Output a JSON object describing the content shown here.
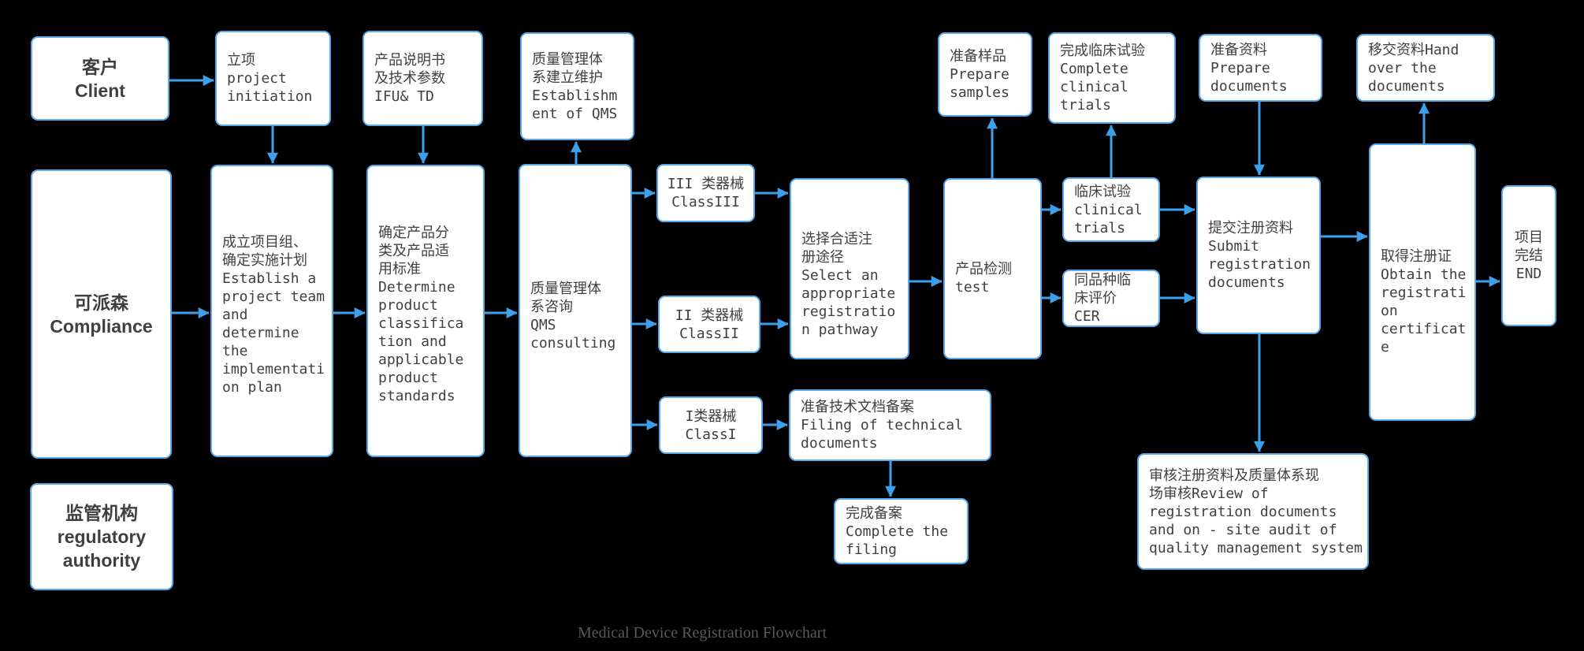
{
  "title": "Medical Device Registration Flowchart",
  "caption": "Medical Device Registration Flowchart",
  "colors": {
    "background": "#000000",
    "box_fill": "#FFFFFF",
    "box_border": "#58A9EC",
    "arrow": "#3E9FEA",
    "text": "#404040",
    "header_text": "#3F3F3F",
    "caption_text": "#595959"
  },
  "lanes": {
    "client": "客户 Client",
    "compliance": "可派森 Compliance",
    "regulator": "监管机构 regulatory authority"
  },
  "nodes": {
    "client": {
      "text": "客户\nClient"
    },
    "compliance": {
      "text": "可派森\nCompliance"
    },
    "regulator": {
      "text": "监管机构\nregulatory\nauthority"
    },
    "initiation": {
      "text": "立项\nproject\ninitiation"
    },
    "ifu": {
      "text": "产品说明书\n及技术参数\nIFU& TD"
    },
    "qms_establish": {
      "text": "质量管理体\n系建立维护\nEstablishm\nent of QMS"
    },
    "team": {
      "text": "成立项目组、\n确定实施计划\nEstablish a\nproject team\nand\ndetermine\nthe\nimplementati\non plan"
    },
    "classification": {
      "text": "确定产品分\n类及产品适\n用标准\nDetermine\nproduct\nclassifica\ntion and\napplicable\nproduct\nstandards"
    },
    "qms_consult": {
      "text": "质量管理体\n系咨询\nQMS\nconsulting"
    },
    "class3": {
      "text": "III 类器械\nClassIII"
    },
    "class2": {
      "text": "II 类器械\nClassII"
    },
    "class1": {
      "text": "I类器械\nClassI"
    },
    "pathway": {
      "text": "选择合适注\n册途径\nSelect an\nappropriate\nregistratio\nn pathway"
    },
    "test": {
      "text": "产品检测\ntest"
    },
    "samples": {
      "text": "准备样品\nPrepare\nsamples"
    },
    "complete_trials": {
      "text": "完成临床试验\nComplete\nclinical\ntrials"
    },
    "clinical": {
      "text": "临床试验\nclinical\ntrials"
    },
    "cer": {
      "text": "同品种临\n床评价\nCER"
    },
    "prep_docs": {
      "text": "准备资料\nPrepare\ndocuments"
    },
    "handover": {
      "text": "移交资料Hand\nover the\ndocuments"
    },
    "submit": {
      "text": "提交注册资料\nSubmit\nregistration\ndocuments"
    },
    "obtain": {
      "text": "取得注册证\nObtain the\nregistrati\non\ncertificat\ne"
    },
    "end_node": {
      "text": "项目\n完结\nEND"
    },
    "filing": {
      "text": "准备技术文档备案\nFiling of technical\ndocuments"
    },
    "complete_filing": {
      "text": "完成备案\nComplete the\nfiling"
    },
    "review": {
      "text": "审核注册资料及质量体系现\n场审核Review of\nregistration documents\nand on - site audit of\nquality management system"
    }
  }
}
